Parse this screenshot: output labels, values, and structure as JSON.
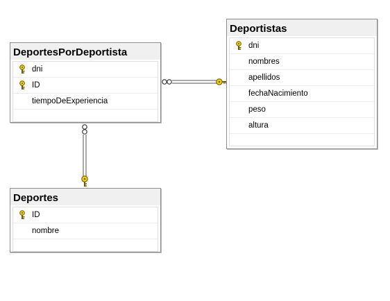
{
  "tables": {
    "deportes_por_deportista": {
      "title": "DeportesPorDeportista",
      "columns": [
        {
          "name": "dni",
          "primary_key": true
        },
        {
          "name": "ID",
          "primary_key": true
        },
        {
          "name": "tiempoDeExperiencia",
          "primary_key": false
        }
      ]
    },
    "deportistas": {
      "title": "Deportistas",
      "columns": [
        {
          "name": "dni",
          "primary_key": true
        },
        {
          "name": "nombres",
          "primary_key": false
        },
        {
          "name": "apellidos",
          "primary_key": false
        },
        {
          "name": "fechaNacimiento",
          "primary_key": false
        },
        {
          "name": "peso",
          "primary_key": false
        },
        {
          "name": "altura",
          "primary_key": false
        }
      ]
    },
    "deportes": {
      "title": "Deportes",
      "columns": [
        {
          "name": "ID",
          "primary_key": true
        },
        {
          "name": "nombre",
          "primary_key": false
        }
      ]
    }
  },
  "relationships": [
    {
      "from": "DeportesPorDeportista",
      "to": "Deportistas",
      "from_end": "many",
      "to_end": "one"
    },
    {
      "from": "DeportesPorDeportista",
      "to": "Deportes",
      "from_end": "many",
      "to_end": "one"
    }
  ],
  "colors": {
    "key_fill": "#f2d21c",
    "key_stroke": "#6b5a00",
    "line": "#555555"
  }
}
